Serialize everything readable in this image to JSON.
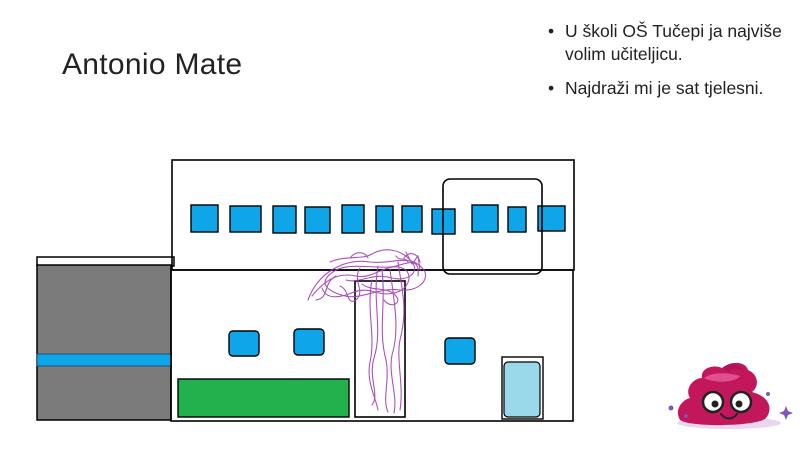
{
  "slide": {
    "title": "Antonio Mate",
    "bullets": [
      "U školi OŠ Tučepi ja najviše volim učiteljicu.",
      "Najdraži mi je sat tjelesni."
    ],
    "bullet_glyph": "•"
  },
  "colors": {
    "window_blue": "#0ea5e9",
    "grey_block": "#7b7b7b",
    "grass_green": "#22b14c",
    "door_light_blue": "#99d9ea",
    "scribble_purple": "#a23fb4",
    "sticker_pink": "#c2185b"
  }
}
